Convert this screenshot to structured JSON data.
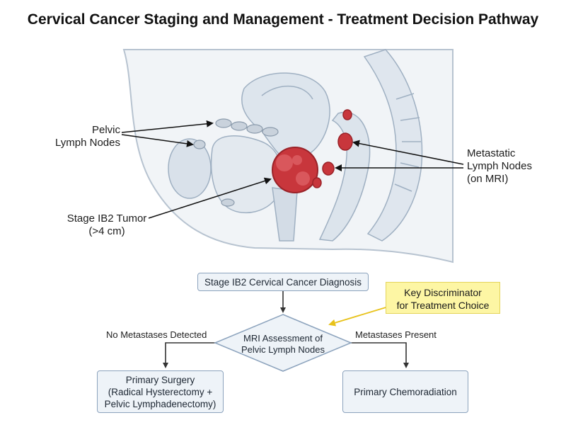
{
  "title": "Cervical Cancer Staging and Management - Treatment Decision Pathway",
  "anatomy_labels": {
    "pelvic_nodes": [
      "Pelvic",
      "Lymph Nodes"
    ],
    "metastatic_nodes": [
      "Metastatic",
      "Lymph Nodes",
      "(on MRI)"
    ],
    "tumor": [
      "Stage IB2 Tumor",
      "(>4 cm)"
    ]
  },
  "flowchart": {
    "diagnosis": "Stage IB2 Cervical Cancer Diagnosis",
    "key_discriminator": [
      "Key Discriminator",
      "for Treatment Choice"
    ],
    "decision": [
      "MRI Assessment of",
      "Pelvic Lymph Nodes"
    ],
    "branch_no": "No Metastases Detected",
    "branch_yes": "Metastases Present",
    "surgery": [
      "Primary Surgery",
      "(Radical Hysterectomy +",
      "Pelvic Lymphadenectomy)"
    ],
    "chemo": "Primary Chemoradiation"
  },
  "colors": {
    "tumor": "#c8363c",
    "tissue": "#e6ecf2",
    "box_fill": "#eef3f8",
    "box_border": "#8ca3bd",
    "key_fill": "#fdf6a4",
    "key_arrow": "#e8c21a"
  }
}
